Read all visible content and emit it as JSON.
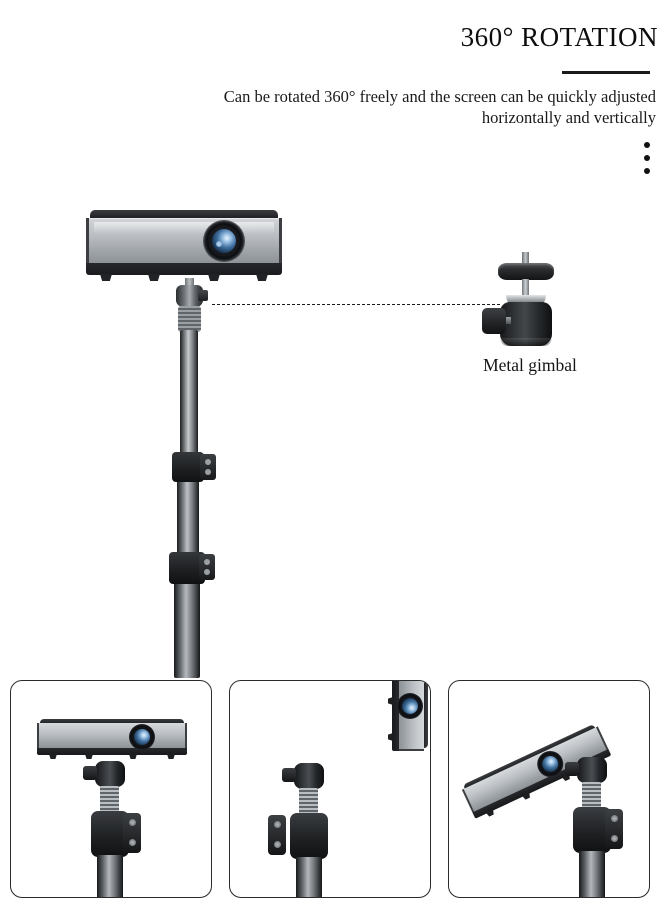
{
  "header": {
    "title": "360° ROTATION",
    "subtitle_line1": "Can be rotated 360° freely and the screen can be quickly adjusted",
    "subtitle_line2": "horizontally and vertically",
    "accent_color": "#1a1a1a",
    "dots_count": 3
  },
  "callout": {
    "label": "Metal gimbal",
    "leader_line_style": "dashed"
  },
  "product": {
    "name": "portable projector",
    "body_color": "#b9bdc1",
    "trim_color": "#3c3e41",
    "lens_color": "#3f6e9e",
    "mount_color": "#1f2123"
  },
  "panels": [
    {
      "id": "panel-horizontal",
      "orientation": "horizontal",
      "caption": ""
    },
    {
      "id": "panel-vertical",
      "orientation": "vertical-90",
      "caption": ""
    },
    {
      "id": "panel-tilted",
      "orientation": "tilted-25",
      "caption": ""
    }
  ],
  "background": "#ffffff"
}
